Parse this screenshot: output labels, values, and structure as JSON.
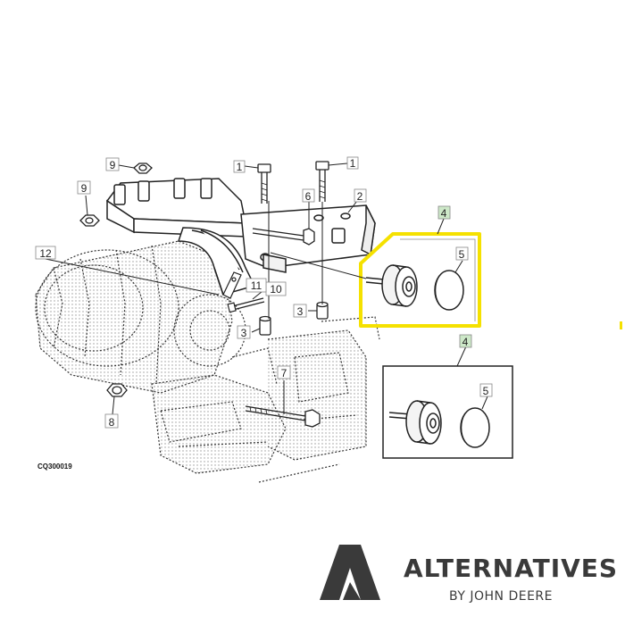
{
  "diagram": {
    "code": "CQ300019",
    "callouts": {
      "c1a": "1",
      "c1b": "1",
      "c2": "2",
      "c3a": "3",
      "c3b": "3",
      "c4a": "4",
      "c4b": "4",
      "c5a": "5",
      "c5b": "5",
      "c6": "6",
      "c7": "7",
      "c8": "8",
      "c9a": "9",
      "c9b": "9",
      "c10": "10",
      "c11": "11",
      "c12": "12"
    }
  },
  "brand": {
    "name": "ALTERNATIVES",
    "tagline": "BY JOHN DEERE"
  },
  "colors": {
    "highlight": "#f5e100",
    "brand_gray": "#3a3a3a",
    "callout_border": "#888888",
    "line": "#222222"
  }
}
